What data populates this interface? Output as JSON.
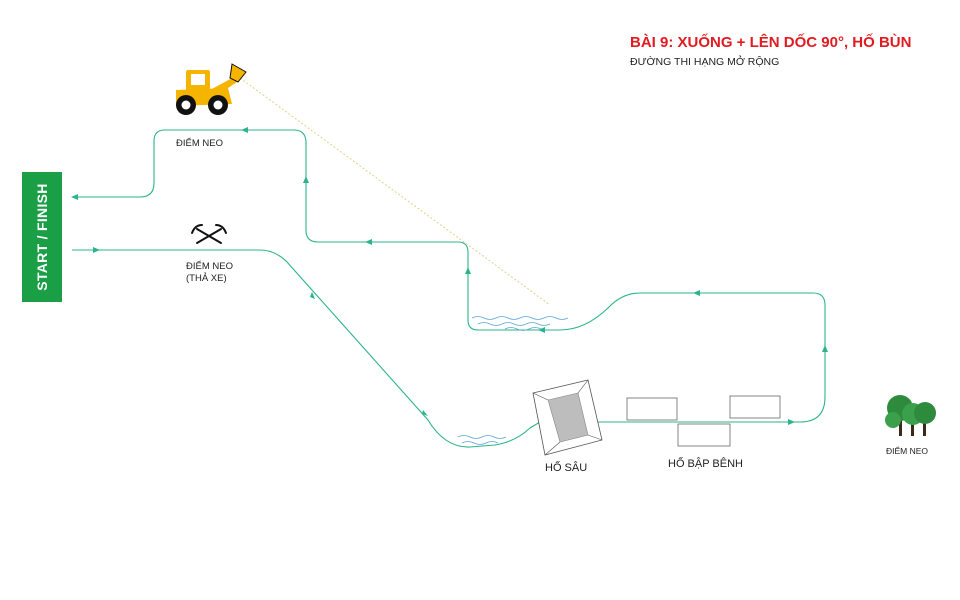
{
  "title": "BÀI 9: XUỐNG + LÊN DỐC 90°, HỐ BÙN",
  "subtitle": "ĐƯỜNG THI HẠNG MỞ RỘNG",
  "start_finish": "START / FINISH",
  "labels": {
    "anchor_top": "ĐIỂM NEO",
    "anchor_mid_line1": "ĐIỂM NEO",
    "anchor_mid_line2": "(THẢ XE)",
    "deep_pit": "HỐ SÂU",
    "seesaw_pit": "HỐ BẬP BÊNH",
    "anchor_right": "ĐIỂM NEO"
  },
  "icons": {
    "loader": "bulldozer-loader-icon",
    "crossed_picks": "crossed-pickaxes-icon",
    "trees": "trees-icon",
    "mud_puddle": "mud-water-icon",
    "deep_pit": "deep-pit-icon",
    "seesaw_block": "seesaw-block-icon"
  },
  "colors": {
    "title": "#e11b22",
    "start_bar": "#1a9e46",
    "track": "#2bb48a",
    "winch_line": "#e0d38a",
    "loader": "#f4b400",
    "water": "#5aa6d6",
    "tree": "#2e8b3d"
  }
}
